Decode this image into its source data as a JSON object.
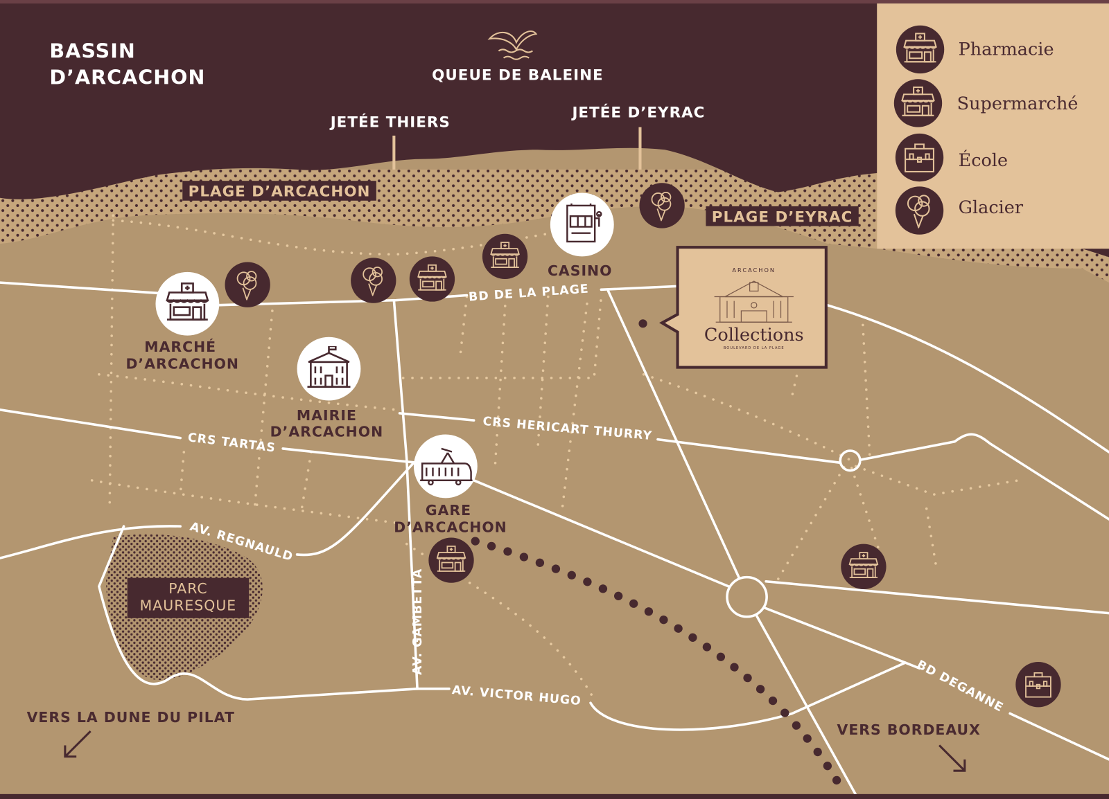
{
  "colors": {
    "sea": "#47292f",
    "land": "#b39670",
    "beach_light": "#e3c29a",
    "road": "#ffffff"
  },
  "water": {
    "bassin_line1": "BASSIN",
    "bassin_line2": "D’ARCACHON",
    "queue_de_baleine": "QUEUE DE BALEINE",
    "jetee_thiers": "JETÉE THIERS",
    "jetee_eyrac": "JETÉE D’EYRAC"
  },
  "beaches": {
    "plage_arcachon": "PLAGE D’ARCACHON",
    "plage_eyrac": "PLAGE D’EYRAC"
  },
  "places": {
    "marche": [
      "MARCHÉ",
      "D’ARCACHON"
    ],
    "mairie": [
      "MAIRIE",
      "D’ARCACHON"
    ],
    "gare": [
      "GARE",
      "D’ARCACHON"
    ],
    "casino": "CASINO",
    "parc": [
      "PARC",
      "MAURESQUE"
    ]
  },
  "streets": {
    "bd_plage": "BD DE LA PLAGE",
    "hericart": "CRS HERICART THURRY",
    "tartas": "CRS TARTAS",
    "regnauld": "AV. REGNAULD",
    "gambetta": "AV. GAMBETTA",
    "victor_hugo": "AV. VICTOR HUGO",
    "deganne": "BD DEGANNE"
  },
  "directions": {
    "pilat": "VERS LA DUNE DU PILAT",
    "bordeaux": "VERS BORDEAUX"
  },
  "collections": {
    "top": "ARCACHON",
    "name": "Collections",
    "sub": "BOULEVARD DE LA PLAGE"
  },
  "legend": [
    {
      "icon": "pharmacy-icon",
      "label": "Pharmacie"
    },
    {
      "icon": "supermarket-icon",
      "label": "Supermarché"
    },
    {
      "icon": "school-icon",
      "label": "École"
    },
    {
      "icon": "ice-cream-icon",
      "label": "Glacier"
    }
  ]
}
